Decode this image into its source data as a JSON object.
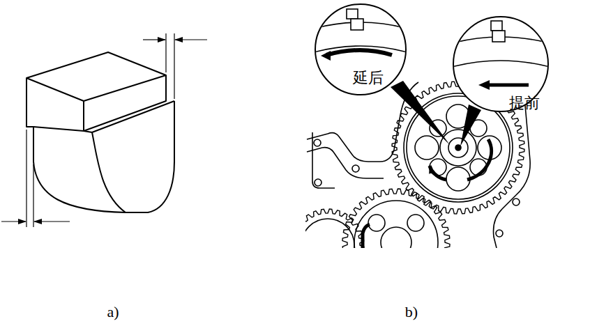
{
  "diagram": {
    "nodes": [
      {
        "text": [
          "延后"
        ]
      },
      {
        "text": [
          "提前"
        ]
      }
    ],
    "labels": [
      "a)",
      "b)"
    ]
  }
}
